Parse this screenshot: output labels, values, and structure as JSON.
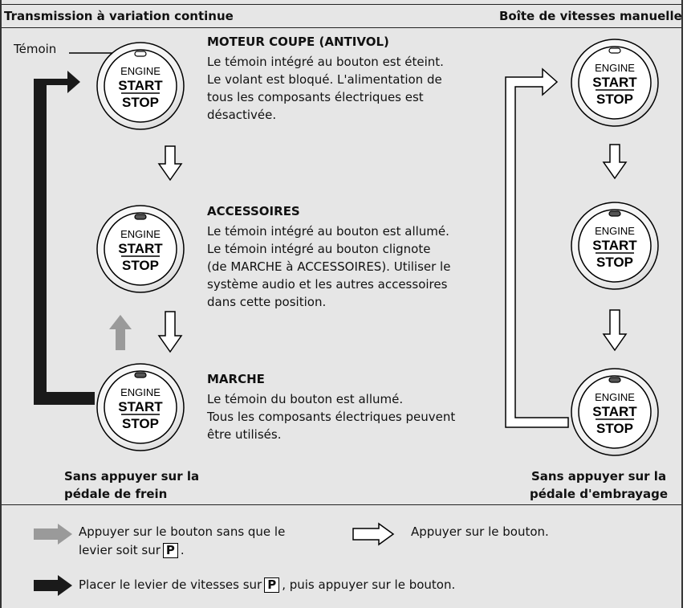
{
  "titles": {
    "left": "Transmission à variation continue",
    "right": "Boîte de vitesses manuelle"
  },
  "indicator_label": "Témoin",
  "button": {
    "line1": "ENGINE",
    "line2": "START",
    "line3": "STOP"
  },
  "modes": [
    {
      "heading": "MOTEUR COUPE (ANTIVOL)",
      "body": "Le témoin intégré au bouton est éteint.\nLe volant est bloqué. L'alimentation de\ntous les composants électriques est\ndésactivée."
    },
    {
      "heading": "ACCESSOIRES",
      "body": "Le témoin intégré au bouton est allumé.\nLe témoin intégré au bouton clignote\n(de MARCHE à ACCESSOIRES). Utiliser le\nsystème audio et les autres accessoires\ndans cette position."
    },
    {
      "heading": "MARCHE",
      "body": "Le témoin du bouton est allumé.\nTous les composants électriques peuvent\nêtre utilisés."
    }
  ],
  "captions": {
    "left": "Sans appuyer sur la\npédale de frein",
    "right": "Sans appuyer sur la\npédale d'embrayage"
  },
  "legend": {
    "gray_line1": "Appuyer sur le bouton sans que le",
    "gray_line2": "levier soit sur",
    "gray_end": ".",
    "white": "Appuyer sur le bouton.",
    "black_before": "Placer le levier de vitesses sur",
    "black_after": ", puis appuyer sur le bouton.",
    "p": "P"
  },
  "colors": {
    "background": "#e6e6e6",
    "arrow_gray": "#9a9a9a",
    "arrow_black": "#1a1a1a",
    "arrow_white": "#ffffff",
    "indicator_on": "#555555"
  }
}
